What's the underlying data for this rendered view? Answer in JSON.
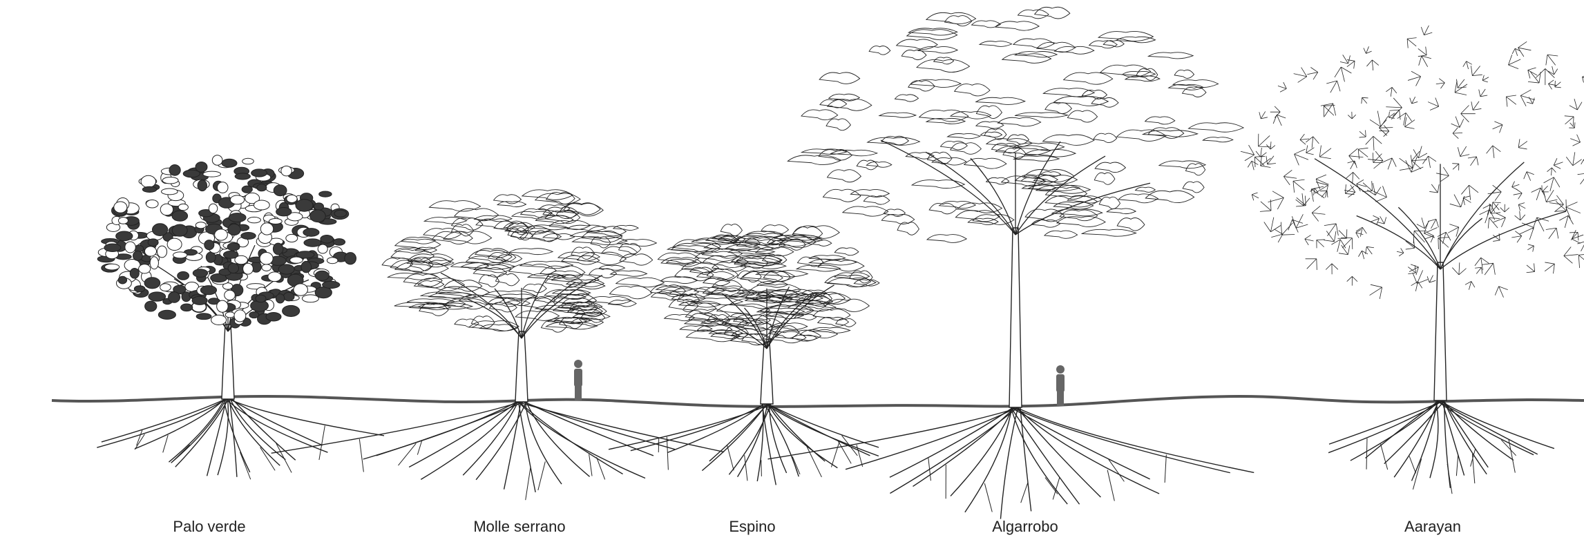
{
  "diagram": {
    "trees": [
      {
        "key": "palo-verde",
        "label": "Palo verde",
        "foliage": "dense"
      },
      {
        "key": "molle-serrano",
        "label": "Molle serrano",
        "foliage": "outline"
      },
      {
        "key": "espino",
        "label": "Espino",
        "foliage": "outline"
      },
      {
        "key": "algarrobo",
        "label": "Algarrobo",
        "foliage": "outline"
      },
      {
        "key": "aarayan",
        "label": "Aarayan",
        "foliage": "leafy"
      }
    ],
    "colors": {
      "ground": "#555555",
      "ink": "#222222",
      "dense_fill": "#3a3a3a",
      "human": "#666666"
    }
  }
}
